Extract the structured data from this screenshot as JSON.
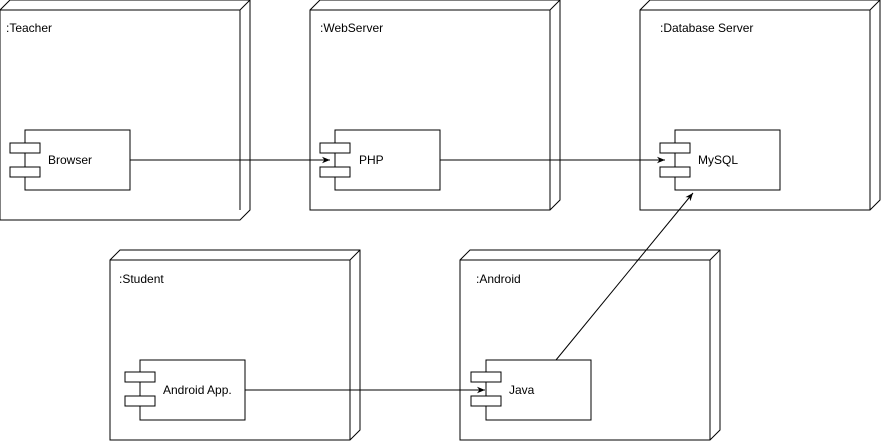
{
  "nodes": [
    {
      "id": "teacher",
      "title": ":Teacher",
      "component": "Browser"
    },
    {
      "id": "webserver",
      "title": ":WebServer",
      "component": "PHP"
    },
    {
      "id": "dbserver",
      "title": ":Database Server",
      "component": "MySQL"
    },
    {
      "id": "student",
      "title": ":Student",
      "component": "Android App."
    },
    {
      "id": "android",
      "title": ":Android",
      "component": "Java"
    }
  ],
  "connections": [
    {
      "from": "Browser",
      "to": "PHP"
    },
    {
      "from": "PHP",
      "to": "MySQL"
    },
    {
      "from": "Android App.",
      "to": "Java"
    },
    {
      "from": "Java",
      "to": "MySQL"
    }
  ]
}
